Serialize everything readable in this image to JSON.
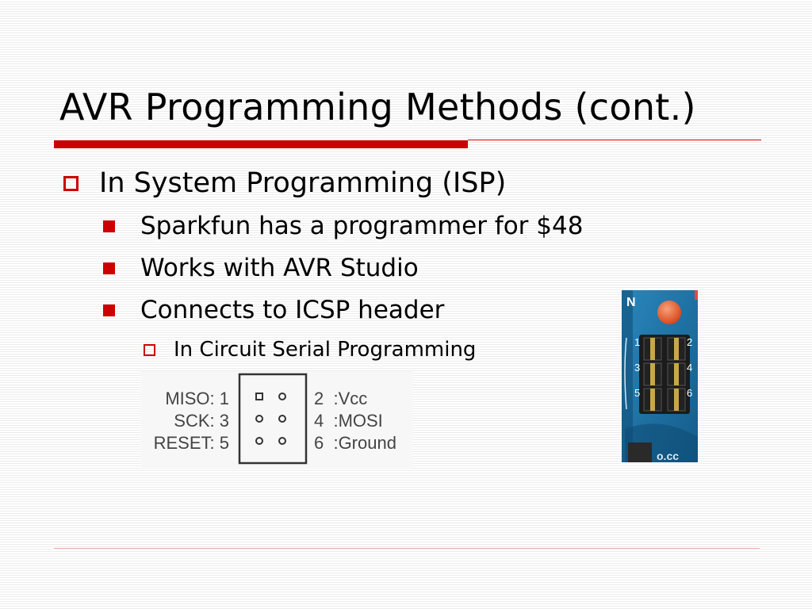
{
  "slide": {
    "title": "AVR Programming Methods (cont.)",
    "bullets": {
      "isp": "In System Programming (ISP)",
      "sparkfun": "Sparkfun has a programmer for $48",
      "avr_studio": "Works with AVR Studio",
      "icsp_header": "Connects to ICSP header",
      "icsp_meaning": "In Circuit Serial Programming"
    },
    "pinout": {
      "left_labels": [
        "MISO: 1",
        "SCK: 3",
        "RESET: 5"
      ],
      "right_labels": [
        "2  :Vcc",
        "4  :MOSI",
        "6  :Ground"
      ]
    },
    "board_photo": {
      "pin_labels_left": [
        "1",
        "3",
        "5"
      ],
      "pin_labels_right": [
        "2",
        "4",
        "6"
      ],
      "edge_text_top": "N",
      "edge_text_bottom": "o.cc"
    },
    "colors": {
      "accent": "#cc0000",
      "board": "#1a6d9e",
      "led": "#e4571e"
    }
  }
}
